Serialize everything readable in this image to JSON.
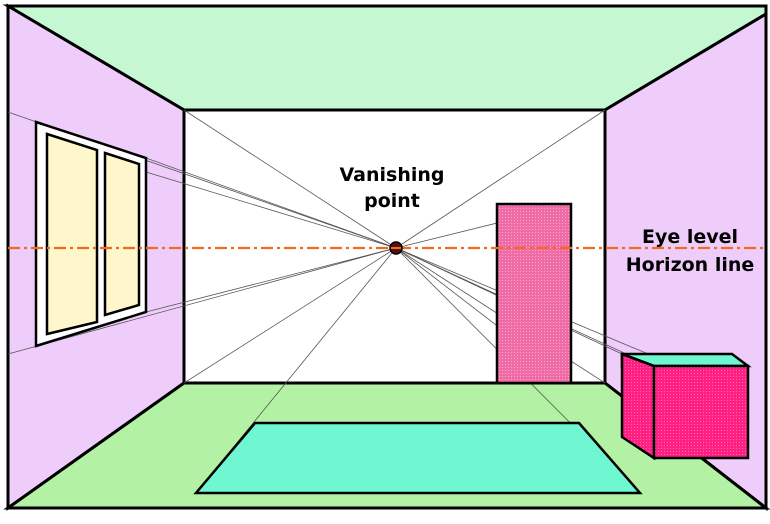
{
  "labels": {
    "vanishing_line1": "Vanishing",
    "vanishing_line2": "point",
    "eye_level": "Eye level",
    "horizon_line": "Horizon line"
  },
  "colors": {
    "ceiling": "#c5f7d3",
    "side_walls": "#efcdfb",
    "back_wall": "#ffffff",
    "floor": "#b3f2a4",
    "window_pane": "#fff7cc",
    "door": "#f06aa6",
    "box_front": "#ff1e82",
    "box_top": "#6ef7d0",
    "rug": "#6ef7d0",
    "horizon": "#f06a1f",
    "outline": "#000000"
  }
}
